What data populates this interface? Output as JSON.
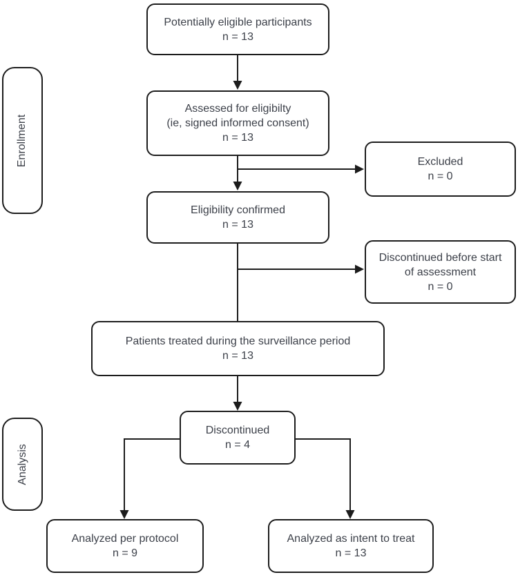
{
  "diagram": {
    "type": "participant-flow-diagram",
    "stage_labels": {
      "enrollment": "Enrollment",
      "analysis": "Analysis"
    },
    "nodes": {
      "potentially_eligible": {
        "lines": [
          "Potentially eligible participants",
          "n = 13"
        ]
      },
      "assessed": {
        "lines": [
          "Assessed for eligibilty",
          "(ie, signed informed consent)",
          "n = 13"
        ]
      },
      "excluded": {
        "lines": [
          "Excluded",
          "n = 0"
        ]
      },
      "eligibility_confirmed": {
        "lines": [
          "Eligibility confirmed",
          "n = 13"
        ]
      },
      "discontinued_before_start": {
        "lines": [
          "Discontinued before start",
          "of assessment",
          "n = 0"
        ]
      },
      "patients_treated": {
        "lines": [
          "Patients treated during the surveillance period",
          "n = 13"
        ]
      },
      "discontinued": {
        "lines": [
          "Discontinued",
          "n = 4"
        ]
      },
      "analyzed_per_protocol": {
        "lines": [
          "Analyzed per protocol",
          "n = 9"
        ]
      },
      "analyzed_intent_to_treat": {
        "lines": [
          "Analyzed as intent to treat",
          "n = 13"
        ]
      }
    },
    "colors": {
      "box_border": "#1c1c1c",
      "connector": "#1c1c1c",
      "text": "#3c4049",
      "background": "#ffffff"
    }
  }
}
